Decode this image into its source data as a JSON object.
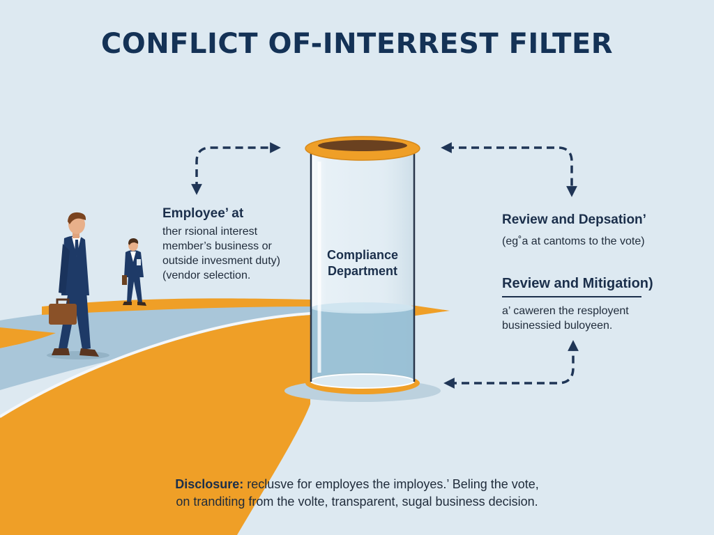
{
  "title": "CONFLICT OF-INTERREST FILTER",
  "employee": {
    "heading": "Employee’ at",
    "lines": [
      "ther rsional interest",
      "member’s business or",
      "outside invesment duty)",
      "(vendor selection."
    ]
  },
  "compliance": {
    "line1": "Compliance",
    "line2": "Department"
  },
  "review_depsation": {
    "heading": "Review and Depsation’",
    "body": "(eg˚a at cantoms to the vote)"
  },
  "review_mitigation": {
    "heading": "Review and Mitigation)",
    "lines": [
      "a’ caweren the resployent",
      "businessied buloyeen."
    ]
  },
  "disclosure": {
    "label": "Disclosure:",
    "line1": " reclusve for employes the imployes.’ Beling the vote,",
    "line2": "on tranditing from the volte, transparent, sugal business decision."
  },
  "colors": {
    "background": "#dde9f1",
    "path_orange": "#ef9f27",
    "path_blue": "#a9c6d9",
    "navy": "#143256",
    "water": "#93bdd3"
  },
  "icons": {
    "arrow_left_top": "dashed-arrow-icon",
    "arrow_right_top": "dashed-arrow-icon",
    "arrow_right_bottom": "dashed-arrow-icon"
  }
}
